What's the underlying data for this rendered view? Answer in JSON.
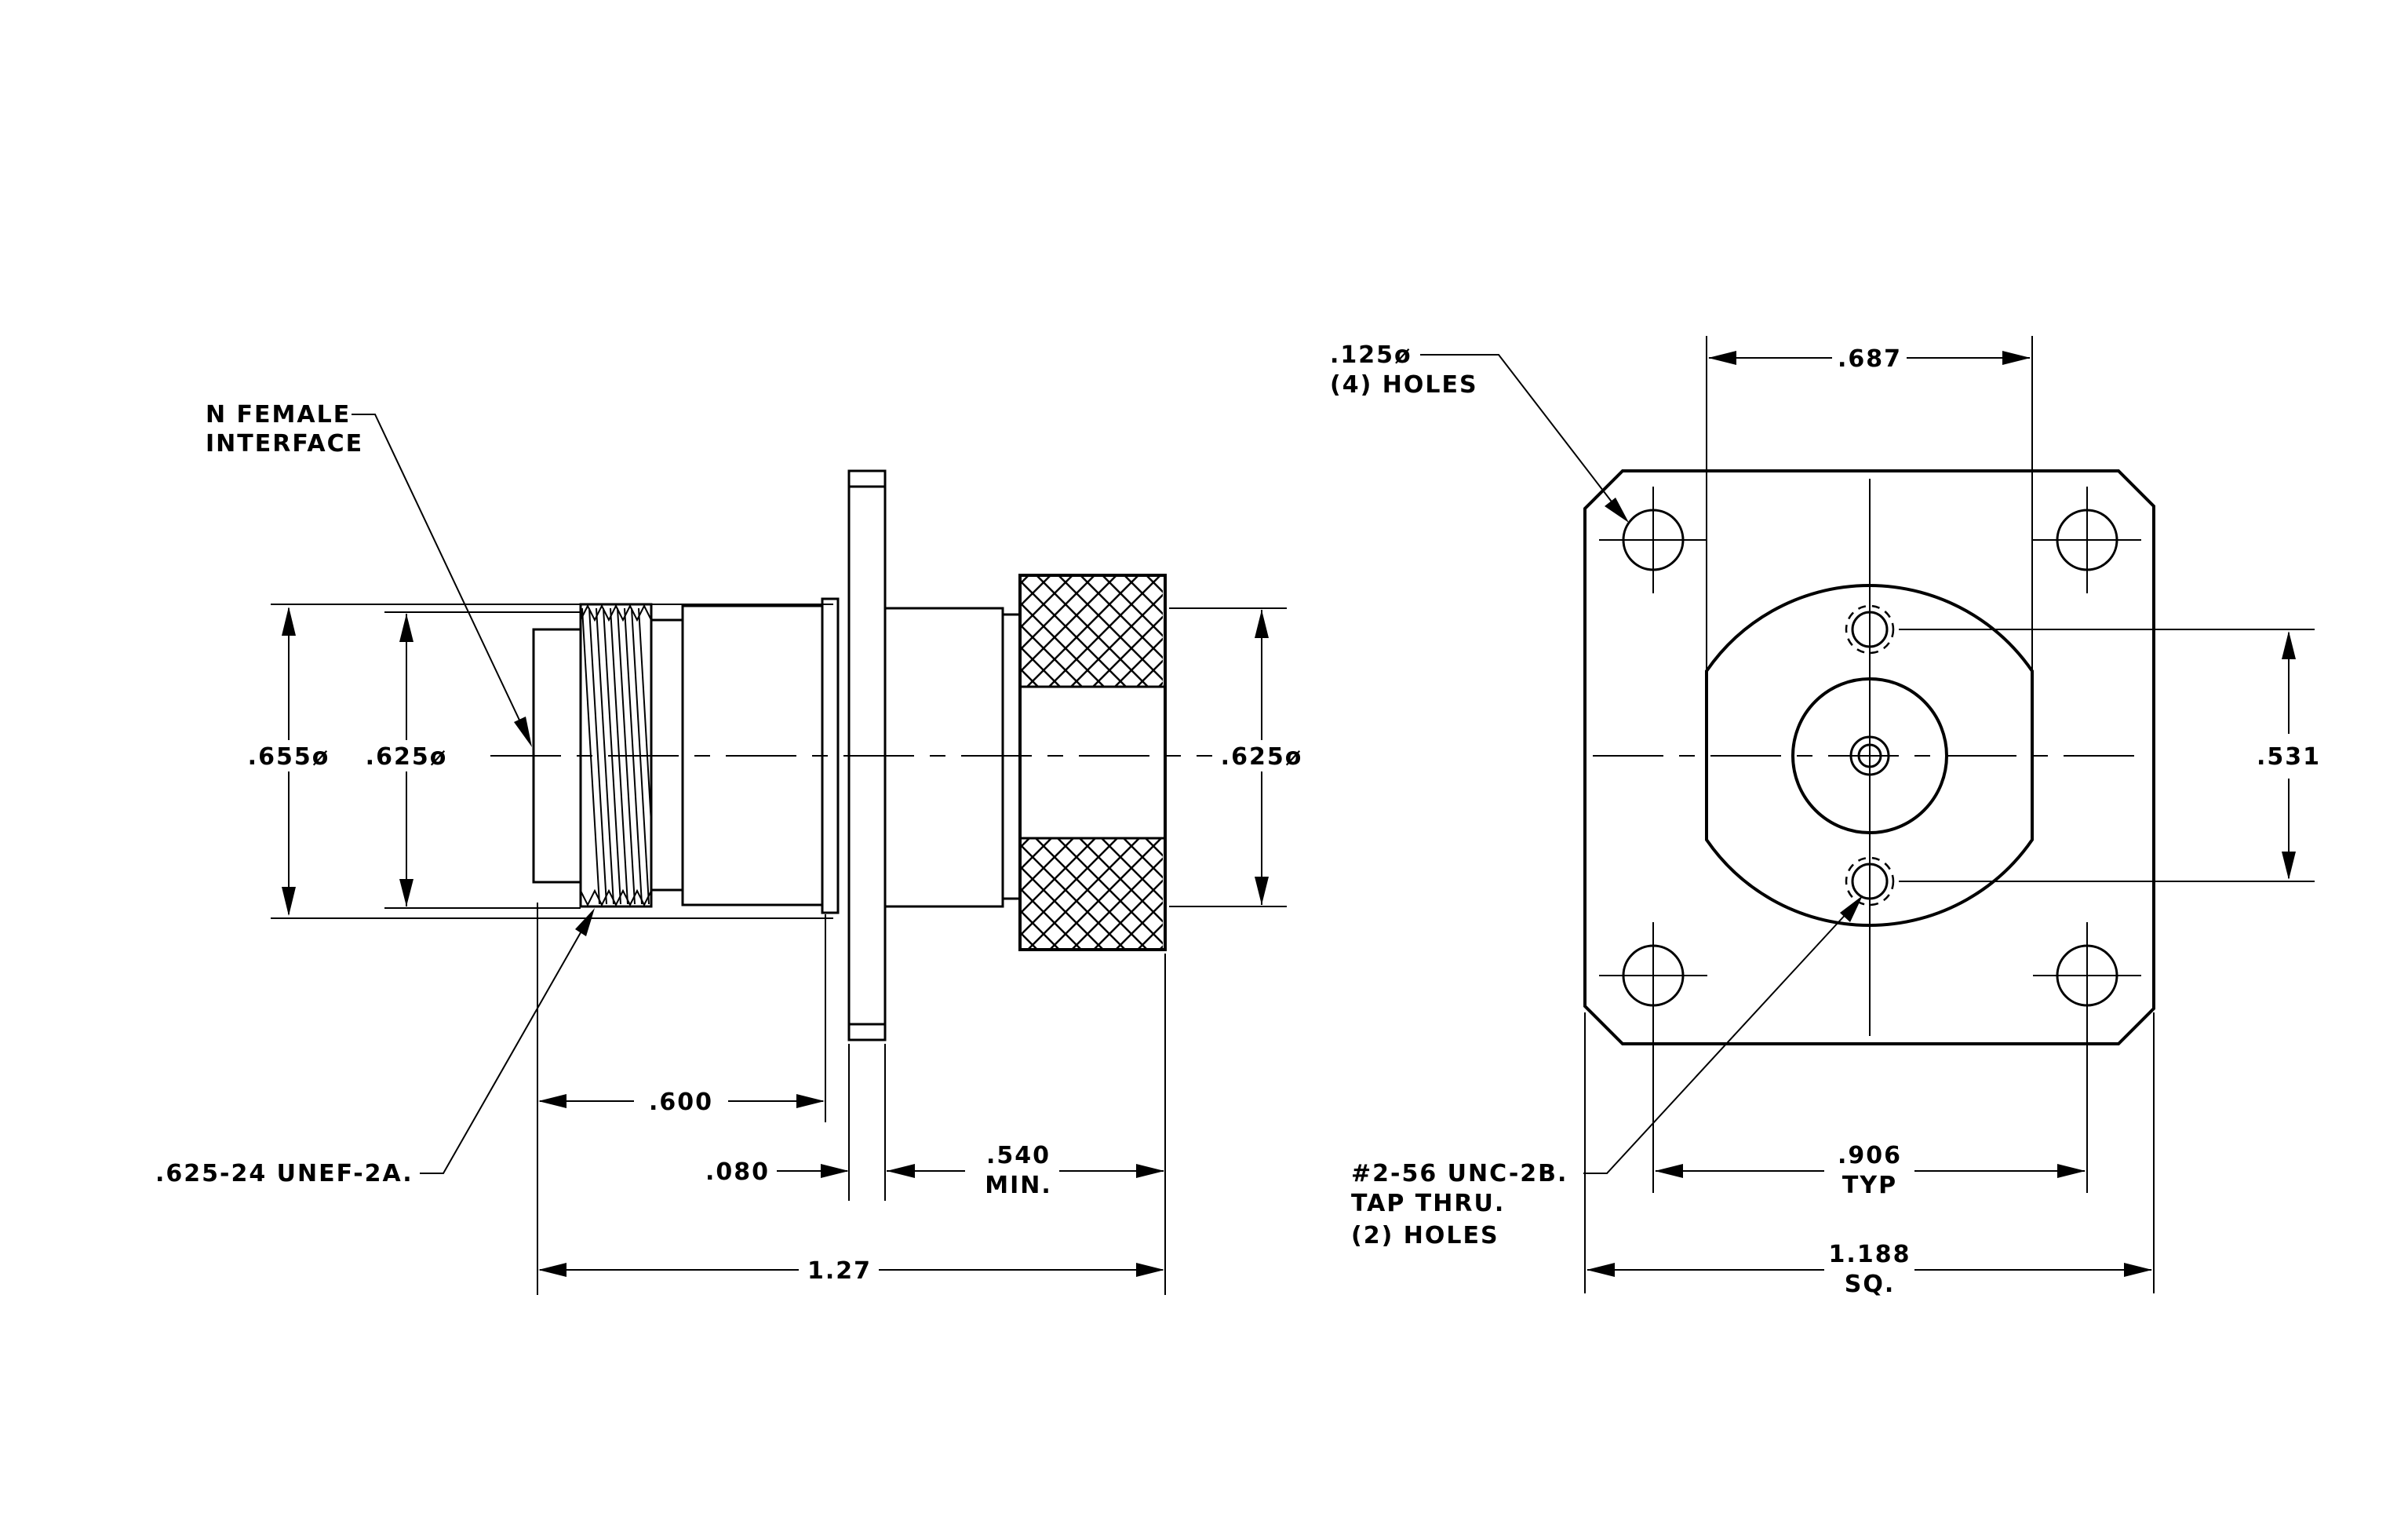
{
  "drawing": {
    "side_view": {
      "interface_label": [
        "N FEMALE",
        "INTERFACE"
      ],
      "thread_label": ".625-24 UNEF-2A.",
      "dim_outer_dia": ".655ø",
      "dim_inner_dia": ".625ø",
      "dim_nut_dia": ".625ø",
      "dim_front_length": ".600",
      "dim_flange_thickness": ".080",
      "dim_rear_length": [
        ".540",
        "MIN."
      ],
      "dim_overall_length": "1.27"
    },
    "front_view": {
      "mount_holes_label": [
        ".125ø",
        "(4) HOLES"
      ],
      "tap_holes_label": [
        "#2-56 UNC-2B.",
        "TAP THRU.",
        "(2) HOLES"
      ],
      "dim_top_spacing": ".687",
      "dim_tap_spacing": ".531",
      "dim_hole_spacing": [
        ".906",
        "TYP"
      ],
      "dim_flange_square": [
        "1.188",
        "SQ."
      ]
    }
  }
}
